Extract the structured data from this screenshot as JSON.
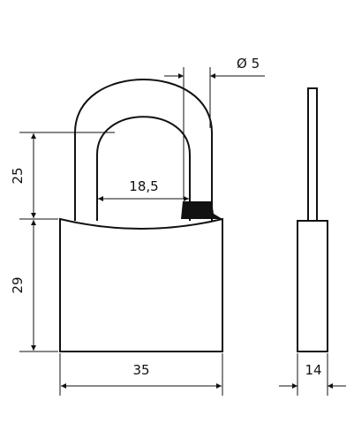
{
  "dimensions": {
    "shackle_diameter": "Ø 5",
    "shackle_height": "25",
    "shackle_inner_width": "18,5",
    "body_height": "29",
    "body_width": "35",
    "body_thickness": "14"
  },
  "colors": {
    "line": "#111111",
    "background": "#ffffff"
  }
}
